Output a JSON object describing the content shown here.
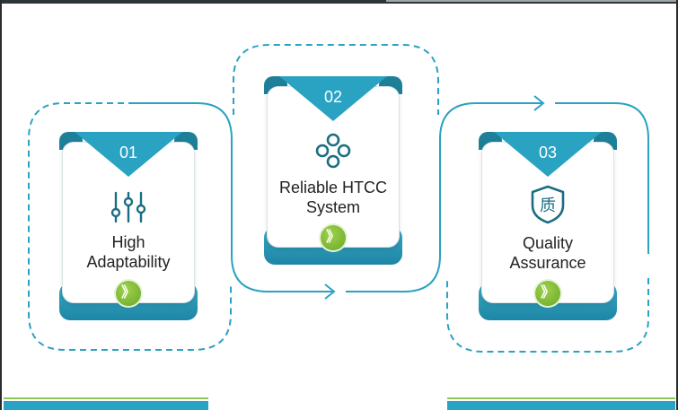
{
  "steps": [
    {
      "number": "01",
      "title_line1": "High",
      "title_line2": "Adaptability",
      "icon": "sliders-icon"
    },
    {
      "number": "02",
      "title_line1": "Reliable HTCC",
      "title_line2": "System",
      "icon": "four-circles-icon"
    },
    {
      "number": "03",
      "title_line1": "Quality",
      "title_line2": "Assurance",
      "icon": "quality-shield-icon"
    }
  ],
  "badge_text": "质",
  "go_symbol": "》",
  "colors": {
    "teal": "#2aa2c2",
    "teal_dark": "#1d7f98",
    "green": "#7ab833",
    "icon": "#1b6e82"
  }
}
